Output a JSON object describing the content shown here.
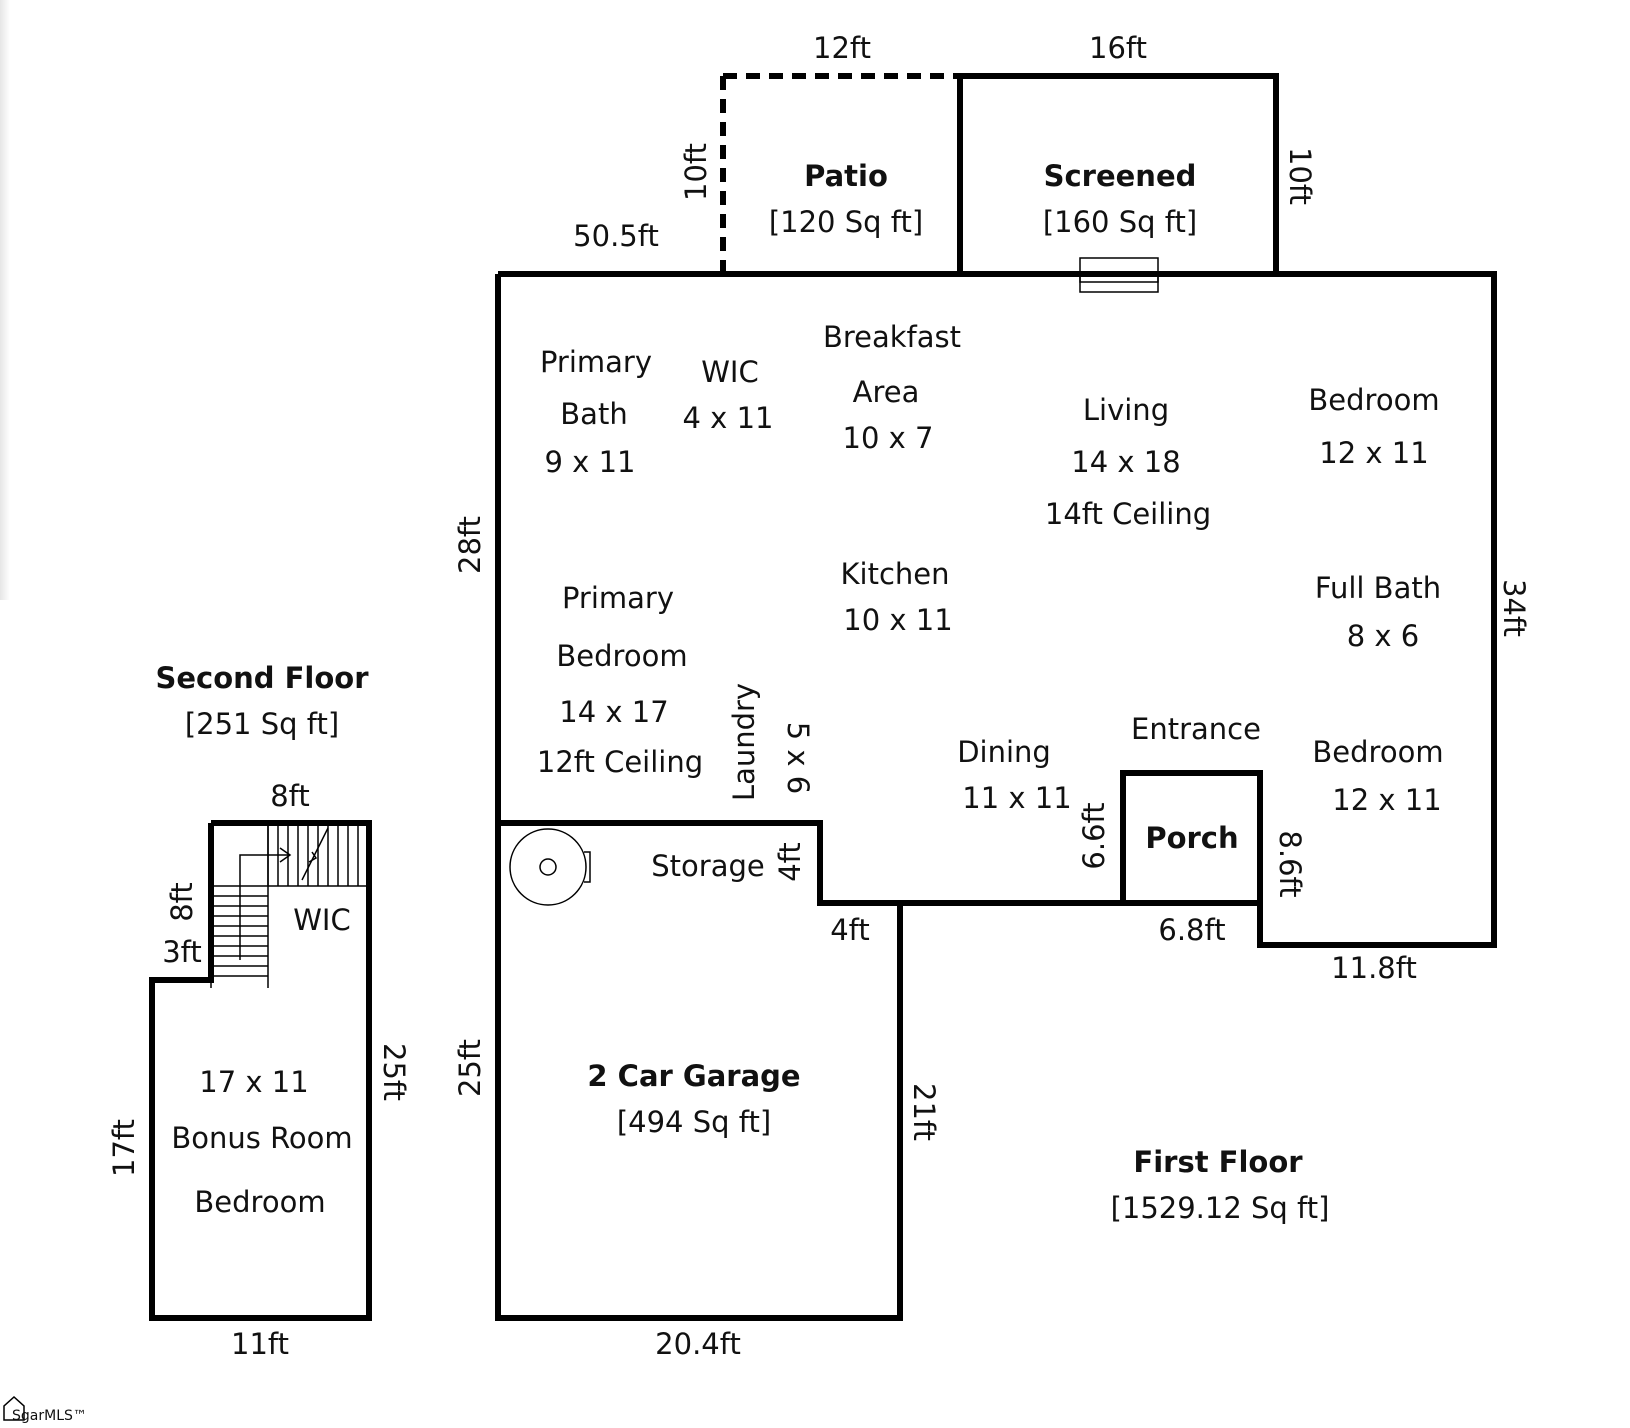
{
  "first_floor": {
    "title": "First Floor",
    "area": "[1529.12 Sq ft]",
    "rooms": {
      "primary_bath": [
        "Primary",
        "Bath",
        "9 x 11"
      ],
      "wic_main": [
        "WIC",
        "4 x 11"
      ],
      "breakfast": [
        "Breakfast",
        "Area",
        "10 x 7"
      ],
      "living": [
        "Living",
        "14 x 18",
        "14ft Ceiling"
      ],
      "bedroom_1": [
        "Bedroom",
        "12 x 11"
      ],
      "kitchen": [
        "Kitchen",
        "10 x 11"
      ],
      "full_bath": [
        "Full Bath",
        "8 x 6"
      ],
      "primary_bedroom": [
        "Primary",
        "Bedroom",
        "14 x 17",
        "12ft Ceiling"
      ],
      "laundry": [
        "Laundry",
        "5 x 6"
      ],
      "dining": [
        "Dining",
        "11 x 11"
      ],
      "entrance": "Entrance",
      "bedroom_2": [
        "Bedroom",
        "12 x 11"
      ],
      "porch": "Porch",
      "storage": "Storage"
    }
  },
  "patio": {
    "name": "Patio",
    "area": "[120 Sq ft]"
  },
  "screened": {
    "name": "Screened",
    "area": "[160 Sq ft]"
  },
  "garage": {
    "name": "2 Car Garage",
    "area": "[494 Sq ft]"
  },
  "second_floor": {
    "title": "Second Floor",
    "area": "[251 Sq ft]",
    "rooms": {
      "wic": "WIC",
      "bonus": [
        "17 x 11",
        "Bonus Room",
        "Bedroom"
      ]
    }
  },
  "dimensions": {
    "patio_top": "12ft",
    "screened_top": "16ft",
    "patio_side": "10ft",
    "screened_side": "10ft",
    "main_top": "50.5ft",
    "main_left": "28ft",
    "main_right": "34ft",
    "storage_step": "4ft",
    "garage_step": "4ft",
    "porch_left": "6.6ft",
    "porch_bottom": "6.8ft",
    "porch_right": "8.6ft",
    "bed_bottom": "11.8ft",
    "garage_left": "25ft",
    "garage_right": "21ft",
    "garage_bottom": "20.4ft",
    "sf_top": "8ft",
    "sf_stair_side": "8ft",
    "sf_step": "3ft",
    "sf_left": "17ft",
    "sf_right": "25ft",
    "sf_bottom": "11ft"
  },
  "watermark": "SgarMLS™"
}
